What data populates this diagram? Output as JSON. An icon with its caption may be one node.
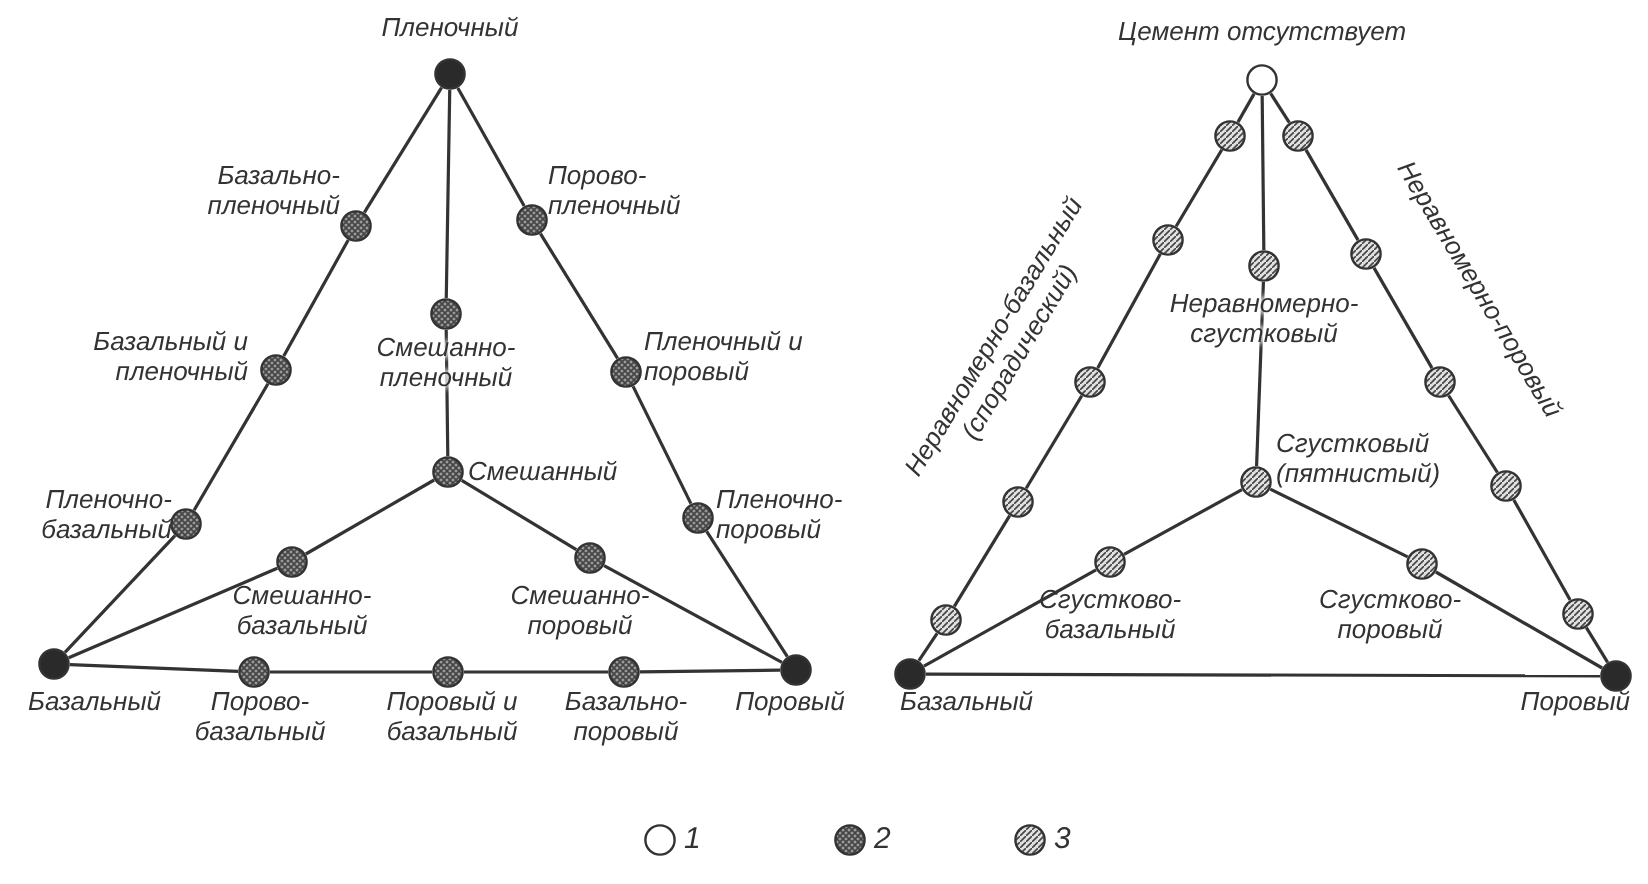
{
  "diagram": {
    "nodes": [
      {
        "text": [],
        "shape": "circle",
        "beside": [
          "Пленочный"
        ]
      },
      {
        "text": [],
        "shape": "circle",
        "beside": [
          "Базально-пленочный"
        ]
      },
      {
        "text": [],
        "shape": "circle",
        "beside": [
          "Порово-пленочный"
        ]
      },
      {
        "text": [],
        "shape": "circle",
        "beside": [
          "Смешанно-пленочный"
        ]
      },
      {
        "text": [],
        "shape": "circle",
        "beside": [
          "Базальный и пленочный"
        ]
      },
      {
        "text": [],
        "shape": "circle",
        "beside": [
          "Пленочный и поровый"
        ]
      },
      {
        "text": [],
        "shape": "circle",
        "beside": [
          "Смешанный"
        ]
      },
      {
        "text": [],
        "shape": "circle",
        "beside": [
          "Пленочно-базальный"
        ]
      },
      {
        "text": [],
        "shape": "circle",
        "beside": [
          "Пленочно-поровый"
        ]
      },
      {
        "text": [],
        "shape": "circle",
        "beside": [
          "Смешанно-базальный"
        ]
      },
      {
        "text": [],
        "shape": "circle",
        "beside": [
          "Смешанно-поровый"
        ]
      },
      {
        "text": [],
        "shape": "circle",
        "beside": [
          "Базальный"
        ]
      },
      {
        "text": [],
        "shape": "circle",
        "beside": [
          "Порово-базальный"
        ]
      },
      {
        "text": [],
        "shape": "circle",
        "beside": [
          "Поровый и базальный"
        ]
      },
      {
        "text": [],
        "shape": "circle",
        "beside": [
          "Базально-поровый"
        ]
      },
      {
        "text": [],
        "shape": "circle",
        "beside": [
          "Поровый"
        ]
      },
      {
        "text": [],
        "shape": "circle",
        "beside": [
          "Цемент отсутствует"
        ]
      },
      {
        "text": [],
        "shape": "circle"
      },
      {
        "text": [],
        "shape": "circle"
      },
      {
        "text": [],
        "shape": "circle"
      },
      {
        "text": [],
        "shape": "circle"
      },
      {
        "text": [],
        "shape": "circle",
        "beside": [
          "Неравномерно-сгустковый"
        ]
      },
      {
        "text": [],
        "shape": "circle"
      },
      {
        "text": [],
        "shape": "circle"
      },
      {
        "text": [],
        "shape": "circle",
        "beside": [
          "Сгустковый (пятнистый)"
        ]
      },
      {
        "text": [],
        "shape": "circle"
      },
      {
        "text": [],
        "shape": "circle"
      },
      {
        "text": [],
        "shape": "circle",
        "beside": [
          "Сгустково-базальный"
        ]
      },
      {
        "text": [],
        "shape": "circle",
        "beside": [
          "Сгустково-поровый"
        ]
      },
      {
        "text": [],
        "shape": "circle"
      },
      {
        "text": [],
        "shape": "circle"
      },
      {
        "text": [],
        "shape": "circle",
        "beside": [
          "Базальный"
        ]
      },
      {
        "text": [],
        "shape": "circle",
        "beside": [
          "Поровый"
        ]
      }
    ],
    "edges": [
      {
        "from": 0,
        "to": 1,
        "arrow": "none"
      },
      {
        "from": 1,
        "to": 4,
        "arrow": "none"
      },
      {
        "from": 4,
        "to": 7,
        "arrow": "none"
      },
      {
        "from": 7,
        "to": 11,
        "arrow": "none"
      },
      {
        "from": 0,
        "to": 2,
        "arrow": "none"
      },
      {
        "from": 2,
        "to": 5,
        "arrow": "none"
      },
      {
        "from": 5,
        "to": 8,
        "arrow": "none"
      },
      {
        "from": 8,
        "to": 15,
        "arrow": "none"
      },
      {
        "from": 0,
        "to": 3,
        "arrow": "none"
      },
      {
        "from": 3,
        "to": 6,
        "arrow": "none"
      },
      {
        "from": 6,
        "to": 9,
        "arrow": "none"
      },
      {
        "from": 9,
        "to": 11,
        "arrow": "none"
      },
      {
        "from": 6,
        "to": 10,
        "arrow": "none"
      },
      {
        "from": 10,
        "to": 15,
        "arrow": "none"
      },
      {
        "from": 11,
        "to": 12,
        "arrow": "none"
      },
      {
        "from": 12,
        "to": 13,
        "arrow": "none"
      },
      {
        "from": 13,
        "to": 14,
        "arrow": "none"
      },
      {
        "from": 14,
        "to": 15,
        "arrow": "none"
      },
      {
        "from": 16,
        "to": 17,
        "arrow": "none"
      },
      {
        "from": 17,
        "to": 19,
        "arrow": "none"
      },
      {
        "from": 19,
        "to": 22,
        "arrow": "none"
      },
      {
        "from": 22,
        "to": 25,
        "arrow": "none"
      },
      {
        "from": 25,
        "to": 29,
        "arrow": "none"
      },
      {
        "from": 29,
        "to": 31,
        "arrow": "none"
      },
      {
        "from": 16,
        "to": 18,
        "arrow": "none"
      },
      {
        "from": 18,
        "to": 20,
        "arrow": "none"
      },
      {
        "from": 20,
        "to": 23,
        "arrow": "none"
      },
      {
        "from": 23,
        "to": 26,
        "arrow": "none"
      },
      {
        "from": 26,
        "to": 30,
        "arrow": "none"
      },
      {
        "from": 30,
        "to": 32,
        "arrow": "none"
      },
      {
        "from": 16,
        "to": 21,
        "arrow": "none"
      },
      {
        "from": 21,
        "to": 24,
        "arrow": "none"
      },
      {
        "from": 24,
        "to": 27,
        "arrow": "none"
      },
      {
        "from": 27,
        "to": 31,
        "arrow": "none"
      },
      {
        "from": 24,
        "to": 28,
        "arrow": "none"
      },
      {
        "from": 28,
        "to": 32,
        "arrow": "none"
      },
      {
        "from": 31,
        "to": 32,
        "arrow": "none"
      }
    ],
    "labels": [
      "Неравномерно-базальный (спорадический)",
      "Неравномерно-поровый"
    ],
    "legend": [
      {
        "text": "1"
      },
      {
        "text": "2"
      },
      {
        "text": "3"
      }
    ]
  }
}
